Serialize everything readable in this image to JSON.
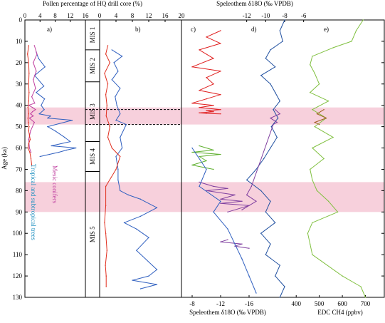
{
  "chart_data": [
    {
      "type": "line",
      "panel": "a)",
      "xlabel_top": "Pollen percentage of HQ drill core (%)",
      "xticks": [
        0,
        4,
        8,
        12,
        16
      ],
      "xlim": [
        0,
        16
      ],
      "ylabel": "Age (ka)",
      "ylim": [
        0,
        130
      ],
      "yticks": [
        0,
        10,
        20,
        30,
        40,
        50,
        60,
        70,
        80,
        90,
        100,
        110,
        120,
        130
      ],
      "series": [
        {
          "name": "Tropical and subtropical trees",
          "color": "#3060c0",
          "x": [
            3.0,
            3.6,
            5.3,
            2.6,
            5.0,
            3.0,
            5.2,
            4.3,
            5.1,
            3.8,
            6.8,
            6.0,
            12.5,
            6.0,
            8.0,
            10.5,
            12.0,
            7.0,
            13.5,
            11.0,
            9.0,
            6.5,
            4.0
          ],
          "y": [
            15,
            18,
            22,
            26,
            31,
            34,
            37,
            40,
            42,
            44,
            45,
            46,
            47,
            50,
            52,
            55,
            57,
            59,
            60,
            61,
            62,
            63,
            64
          ]
        },
        {
          "name": "Mesic conifers",
          "color": "#c040a0",
          "x": [
            2.5,
            3.2,
            2.2,
            3.0,
            2.2,
            2.8,
            1.8,
            2.6,
            1.0,
            2.0,
            2.8,
            2.0,
            1.5,
            2.2,
            1.2,
            2.5,
            1.5,
            1.0,
            1.2,
            1.6
          ],
          "y": [
            12,
            16,
            20,
            24,
            28,
            32,
            36,
            39,
            40,
            41,
            42,
            43,
            44,
            45,
            46,
            48,
            52,
            56,
            60,
            62
          ]
        },
        {
          "name": "",
          "color": "#e03020",
          "x": [
            1.0,
            0.7,
            1.0,
            1.1,
            1.0,
            1.1,
            1.0,
            0.8,
            1.0,
            0.8,
            0.9,
            1.1,
            1.0,
            1.2,
            1.4,
            1.0,
            0.8,
            1.3,
            1.6,
            1.8
          ],
          "y": [
            12,
            16,
            20,
            25,
            30,
            34,
            38,
            41,
            44,
            46,
            48,
            50,
            52,
            54,
            56,
            58,
            60,
            62,
            65,
            68
          ]
        }
      ]
    },
    {
      "type": "line",
      "panel": "b)",
      "xticks": [
        0,
        4,
        8,
        12,
        16,
        20
      ],
      "xlim": [
        0,
        20
      ],
      "ylim": [
        0,
        130
      ],
      "mis_labels": [
        "MIS 1",
        "MIS 2",
        "MIS 3",
        "MIS 4",
        "MIS 5"
      ],
      "mis_bounds": [
        0,
        14,
        29,
        57,
        71,
        130
      ],
      "series": [
        {
          "name": "",
          "color": "#3060c0",
          "x": [
            3.0,
            5.5,
            3.5,
            4.5,
            3.0,
            5.0,
            3.8,
            4.2,
            5.0,
            4.0,
            6.5,
            5.0,
            5.5,
            4.0,
            4.5,
            4.5,
            5.0,
            7.0,
            10.0,
            14.0,
            10.0,
            6.0,
            9.0,
            12.0,
            9.0,
            14.0,
            12.0,
            8.0,
            14.0,
            10.0
          ],
          "y": [
            14,
            17,
            20,
            24,
            28,
            32,
            36,
            40,
            44,
            47,
            49,
            55,
            60,
            64,
            70,
            75,
            80,
            82,
            84,
            88,
            92,
            95,
            98,
            102,
            108,
            117,
            120,
            122,
            124,
            126
          ]
        },
        {
          "name": "",
          "color": "#e03020",
          "x": [
            2.0,
            1.5,
            2.5,
            1.2,
            2.0,
            1.5,
            1.8,
            1.6,
            2.5,
            2.0,
            3.0,
            5.0,
            4.0,
            1.5,
            1.5,
            1.2,
            1.5,
            1.8,
            1.4,
            1.6,
            1.6
          ],
          "y": [
            12,
            16,
            20,
            25,
            30,
            35,
            40,
            45,
            50,
            55,
            60,
            64,
            70,
            78,
            87,
            95,
            100,
            108,
            115,
            120,
            125
          ]
        }
      ]
    },
    {
      "type": "line",
      "panel": "c)",
      "xlabel_bottom": "Speleothem δ18O (‰ VPDB)",
      "xticks": [
        -8,
        -12,
        -16
      ],
      "ylim": [
        0,
        130
      ],
      "series": [
        {
          "name": "",
          "color": "#e02020",
          "x": [
            -12,
            -10,
            -12,
            -9,
            -11,
            -8,
            -12,
            -10,
            -11,
            -9,
            -12,
            -10,
            -8,
            -11,
            -9,
            -12,
            -10,
            -11,
            -9,
            -10,
            -12
          ],
          "y": [
            5,
            8,
            11,
            14,
            18,
            22,
            24,
            27,
            30,
            33,
            35,
            37,
            39,
            40,
            41,
            42,
            42.5,
            43,
            43.5,
            43.8,
            44
          ]
        },
        {
          "name": "",
          "color": "#60b030",
          "x": [
            -9,
            -11,
            -8,
            -12,
            -9,
            -10,
            -8,
            -11
          ],
          "y": [
            59,
            61,
            62,
            63,
            64,
            66,
            68,
            70
          ]
        },
        {
          "name": "",
          "color": "#8040a0",
          "x": [
            -9,
            -11,
            -13,
            -10,
            -14,
            -12,
            -15,
            -12,
            -16,
            -13
          ],
          "y": [
            76,
            78,
            79,
            80,
            82,
            84,
            85,
            86,
            87,
            90
          ]
        },
        {
          "name": "",
          "color": "#8040a0",
          "x": [
            -13,
            -12,
            -15,
            -14,
            -16
          ],
          "y": [
            103,
            104,
            105,
            106,
            107
          ]
        },
        {
          "name": "",
          "color": "#3060c0",
          "x": [
            -8,
            -10,
            -9,
            -12,
            -11,
            -13,
            -14,
            -15,
            -16,
            -17
          ],
          "y": [
            60,
            70,
            78,
            85,
            90,
            98,
            105,
            112,
            120,
            128
          ]
        }
      ]
    },
    {
      "type": "line",
      "panel": "d)",
      "xlabel_top": "Speleothem δ18O (‰ VPDB)",
      "xticks": [
        -12,
        -10,
        -8,
        -6
      ],
      "xlim": [
        -14,
        -5
      ],
      "ylim": [
        0,
        130
      ],
      "series": [
        {
          "name": "",
          "color": "#2050a0",
          "x": [
            -8.0,
            -8.5,
            -8.2,
            -9.5,
            -10.0,
            -9.0,
            -10.5,
            -9.5,
            -9.0,
            -8.5,
            -9.2,
            -8.7,
            -9.4,
            -8.8,
            -9.5,
            -10.2,
            -11.0,
            -12.0,
            -10.5,
            -9.5,
            -10.0,
            -9.0,
            -10.5,
            -9.5,
            -10.0,
            -8.5,
            -9.0,
            -8.0,
            -8.5
          ],
          "y": [
            0,
            5,
            10,
            14,
            18,
            22,
            26,
            30,
            34,
            38,
            42,
            46,
            50,
            55,
            60,
            65,
            70,
            75,
            80,
            85,
            90,
            95,
            100,
            105,
            110,
            115,
            120,
            125,
            130
          ]
        },
        {
          "name": "",
          "color": "#8040a0",
          "x": [
            -9.0,
            -8.5,
            -9.5,
            -8.8,
            -9.2,
            -11.5,
            -12.0,
            -11.0,
            -12.5
          ],
          "y": [
            42,
            44,
            46,
            48,
            49,
            78,
            82,
            85,
            89
          ]
        }
      ]
    },
    {
      "type": "line",
      "panel": "e)",
      "xlabel_bottom": "EDC CH4 (ppbv)",
      "xticks": [
        400,
        500,
        600,
        700
      ],
      "xlim": [
        350,
        720
      ],
      "ylim": [
        0,
        130
      ],
      "series": [
        {
          "name": "",
          "color": "#80c040",
          "x": [
            690,
            660,
            640,
            560,
            470,
            460,
            480,
            500,
            460,
            540,
            470,
            530,
            480,
            560,
            470,
            520,
            460,
            470,
            490,
            540,
            580,
            470,
            450,
            460,
            470,
            600,
            680,
            700
          ],
          "y": [
            0,
            5,
            10,
            13,
            17,
            21,
            25,
            30,
            34,
            38,
            42,
            46,
            50,
            55,
            60,
            65,
            70,
            75,
            80,
            85,
            90,
            95,
            100,
            105,
            110,
            120,
            125,
            130
          ]
        },
        {
          "name": "",
          "color": "#a06020",
          "x": [
            520,
            490,
            530,
            480,
            500
          ],
          "y": [
            42,
            44,
            46,
            48,
            49
          ]
        }
      ]
    }
  ],
  "highlight_bands": [
    [
      41,
      49
    ],
    [
      76,
      90
    ]
  ],
  "highlight_color": "#f6c8d6",
  "series_labels": {
    "trees": "Tropical and subtropical trees",
    "conifers": "Mesic conifers"
  },
  "labels": {
    "a": "a)",
    "b": "b)",
    "c": "c)",
    "d": "d)",
    "e": "e)",
    "ylabel": "Age (ka)",
    "pollen_title": "Pollen percentage of HQ drill core (%)",
    "speleothem_top": "Speleothem δ18O (‰ VPDB)",
    "speleothem_bottom": "Speleothem δ18O (‰ VPDB)",
    "ch4": "EDC CH4 (ppbv)"
  }
}
